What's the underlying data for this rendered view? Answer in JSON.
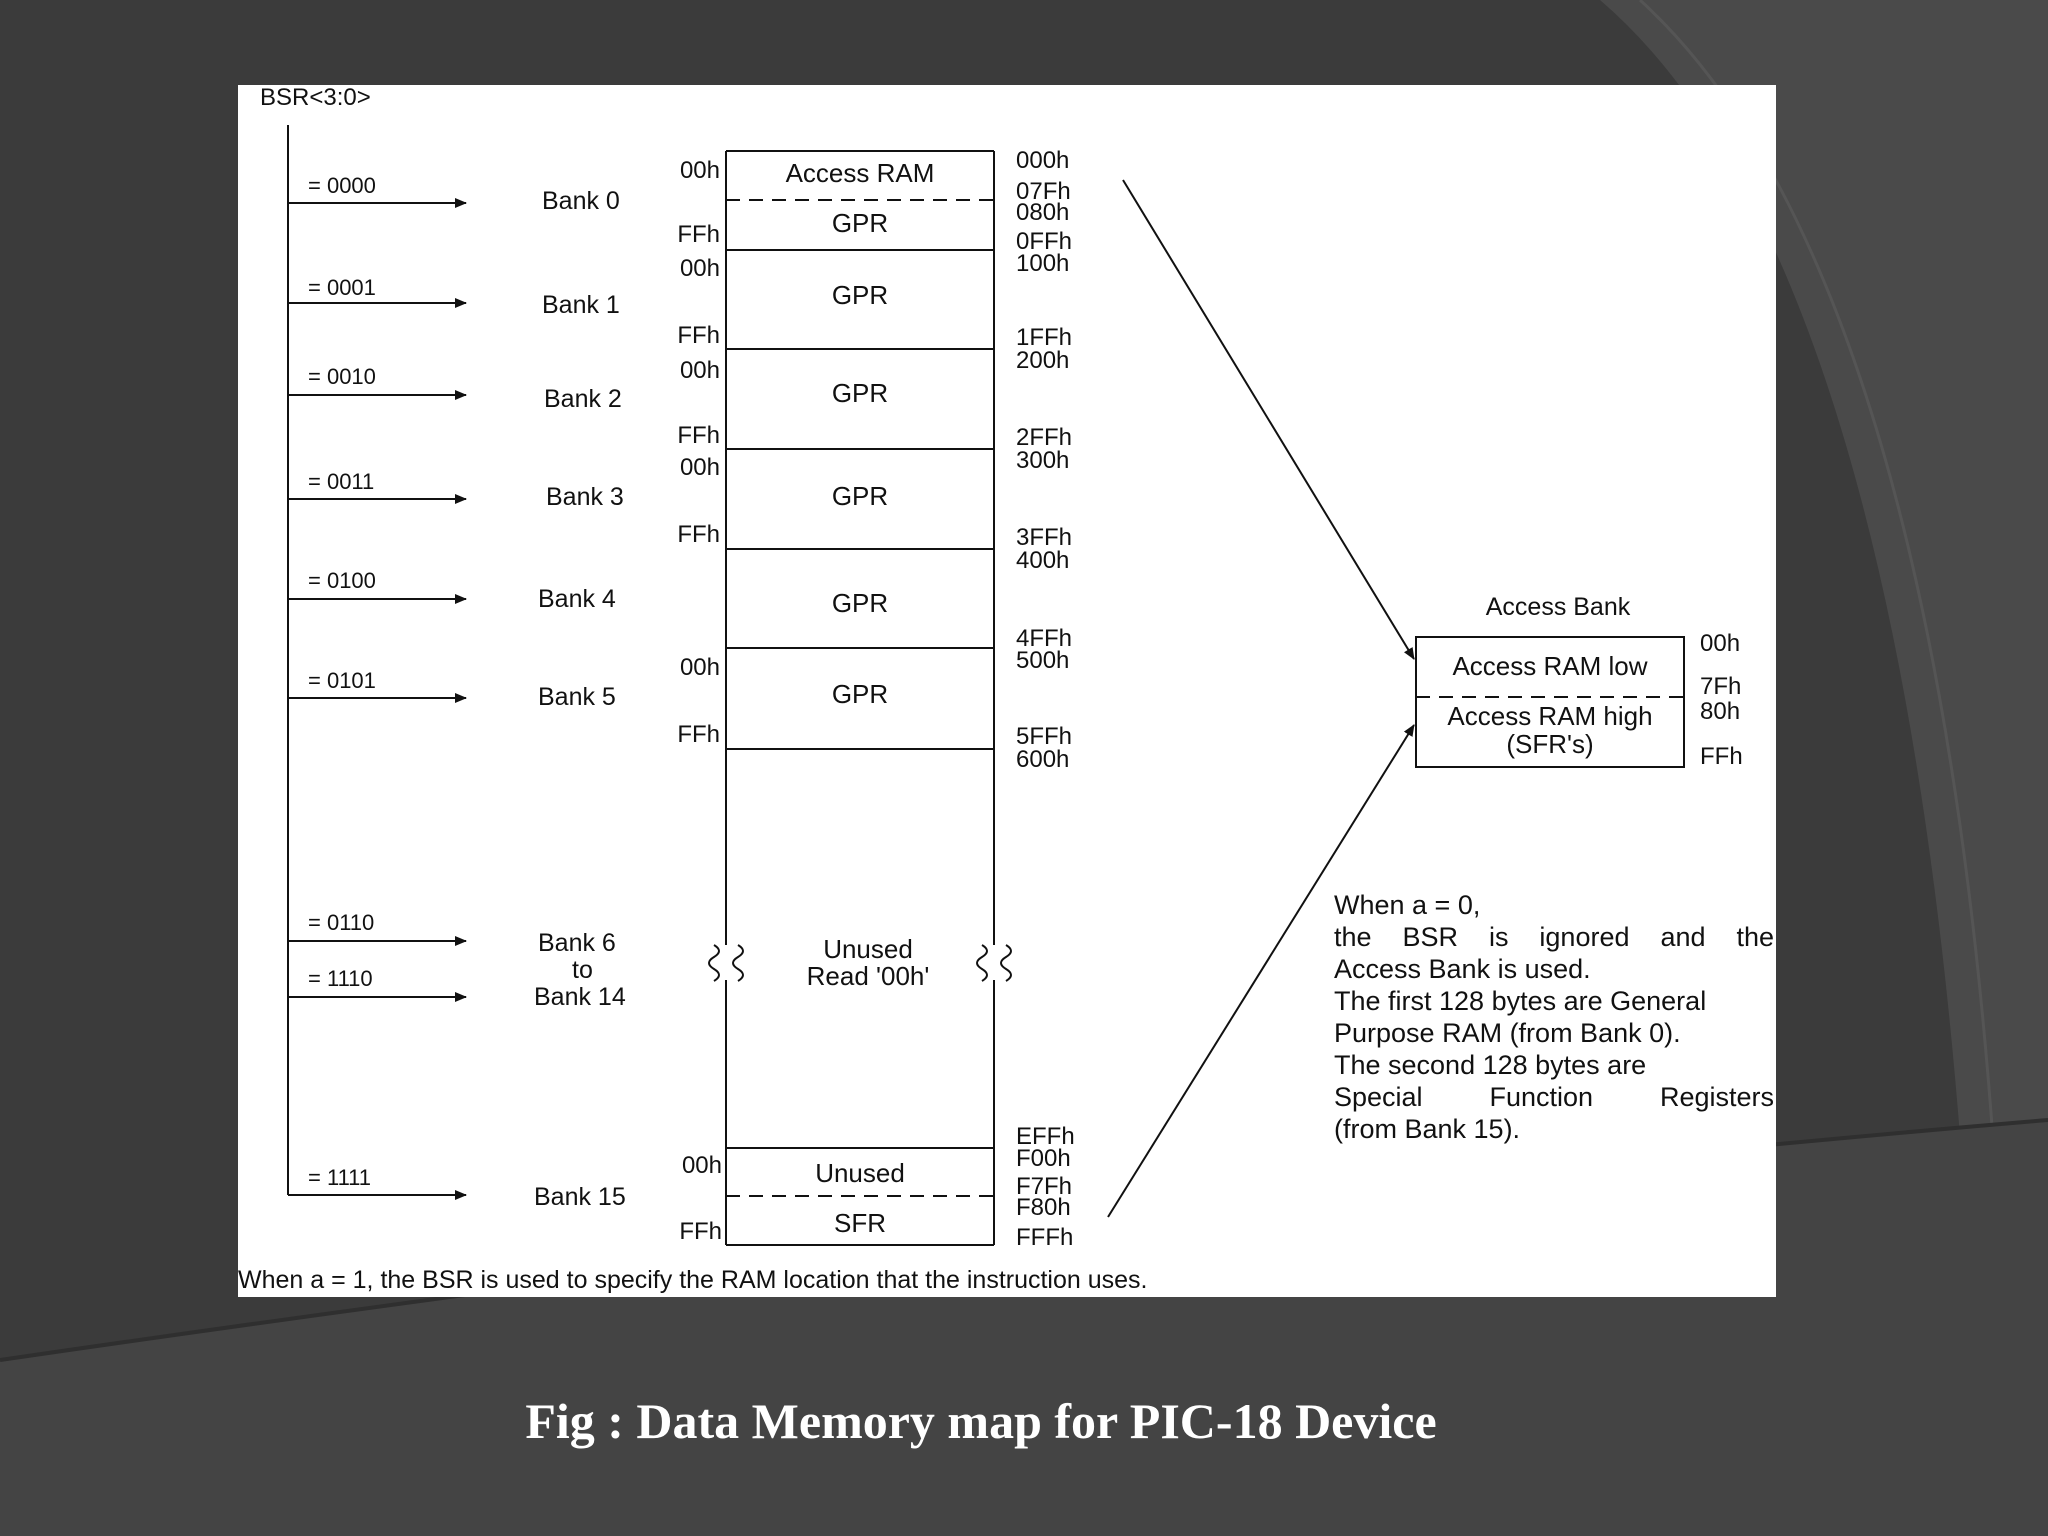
{
  "caption": "Fig : Data Memory map for PIC-18 Device",
  "colors": {
    "background": "#3b3b3b",
    "figure_bg": "#ffffff",
    "ink": "#111111",
    "caption": "#ffffff"
  },
  "diagram": {
    "bsr_label": "BSR<3:0>",
    "banks": [
      {
        "select": "= 0000",
        "name": "Bank 0",
        "start": "00h",
        "end": "FFh",
        "addr_lo": "000h",
        "addr_hi": "0FFh",
        "cell": "GPR",
        "cell_top": "Access RAM",
        "mid_addrs": [
          "07Fh",
          "080h"
        ]
      },
      {
        "select": "= 0001",
        "name": "Bank 1",
        "start": "00h",
        "end": "FFh",
        "addr_lo": "100h",
        "addr_hi": "1FFh",
        "cell": "GPR"
      },
      {
        "select": "= 0010",
        "name": "Bank 2",
        "start": "00h",
        "end": "FFh",
        "addr_lo": "200h",
        "addr_hi": "2FFh",
        "cell": "GPR"
      },
      {
        "select": "= 0011",
        "name": "Bank 3",
        "start": "00h",
        "end": "FFh",
        "addr_lo": "300h",
        "addr_hi": "3FFh",
        "cell": "GPR"
      },
      {
        "select": "= 0100",
        "name": "Bank 4",
        "addr_lo": "400h",
        "addr_hi": "4FFh",
        "cell": "GPR"
      },
      {
        "select": "= 0101",
        "name": "Bank 5",
        "start": "00h",
        "end": "FFh",
        "addr_lo": "500h",
        "addr_hi": "5FFh",
        "cell": "GPR"
      }
    ],
    "bank6_14": {
      "select_a": "= 0110",
      "select_b": "= 1110",
      "name_lines": [
        "Bank 6",
        "to",
        "Bank 14"
      ],
      "cell_lines": [
        "Unused",
        "Read '00h'"
      ],
      "addr_lo": "600h",
      "addr_hi": "EFFh"
    },
    "bank15": {
      "select": "= 1111",
      "name": "Bank 15",
      "start": "00h",
      "end": "FFh",
      "cell_top": "Unused",
      "cell_bottom": "SFR",
      "addrs": [
        "F00h",
        "F7Fh",
        "F80h",
        "FFFh"
      ]
    },
    "access_bank": {
      "title": "Access Bank",
      "low": "Access RAM low",
      "high_lines": [
        "Access RAM high",
        "(SFR's)"
      ],
      "addrs": [
        "00h",
        "7Fh",
        "80h",
        "FFh"
      ]
    },
    "note_lines": [
      "When a = 0,",
      "the BSR is ignored and the",
      "Access Bank is used.",
      "The first 128 bytes are General",
      "Purpose RAM (from Bank 0).",
      "The second 128 bytes are",
      "Special Function Registers",
      "(from Bank 15)."
    ],
    "footer": "When a = 1, the BSR is used to specify the RAM location that the instruction uses."
  }
}
